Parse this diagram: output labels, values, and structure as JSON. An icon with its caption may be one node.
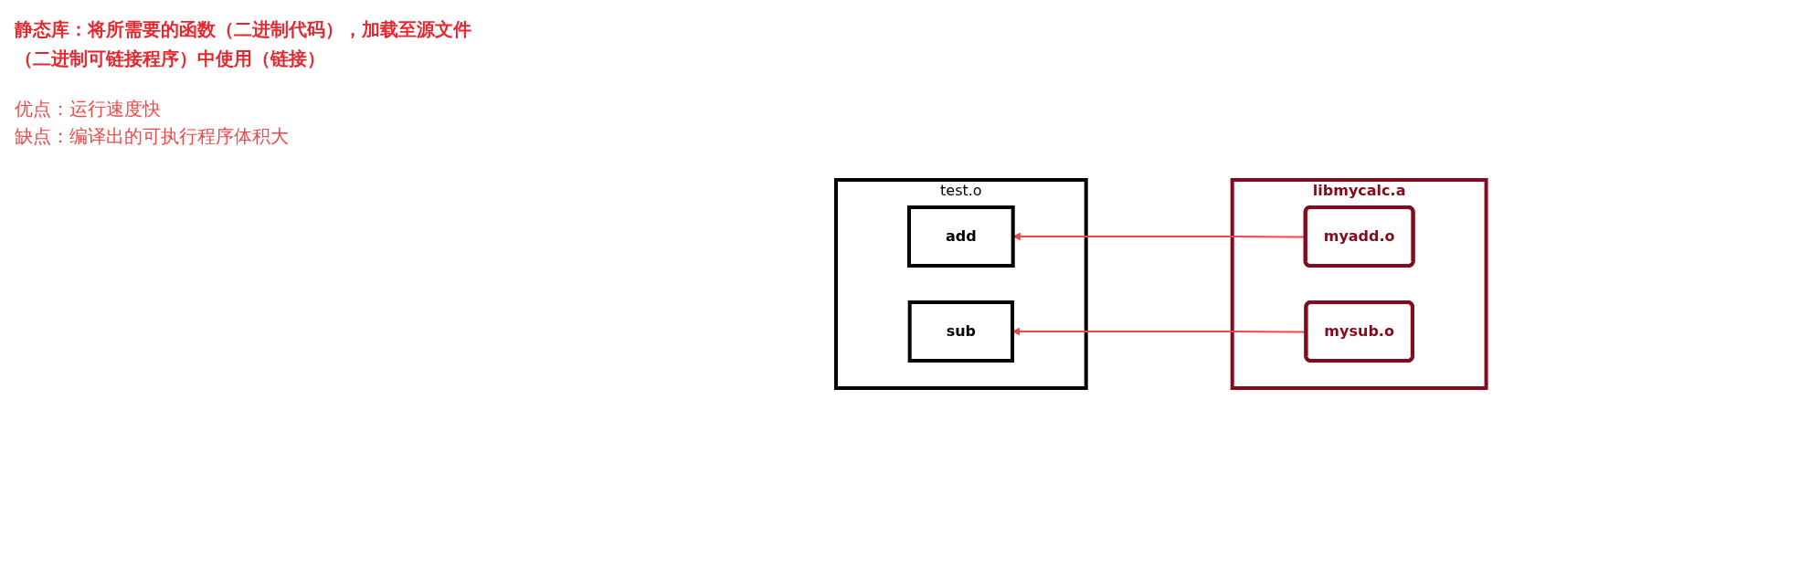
{
  "diagram": {
    "title": "静态库：将所需要的函数（二进制代码），加载至源文件（二进制可链接程序）中使用（链接）",
    "nodes": [
      {
        "text": [
          "test.o"
        ]
      },
      {
        "text": [
          "add"
        ],
        "in": 0
      },
      {
        "text": [
          "sub"
        ],
        "in": 0
      },
      {
        "text": [
          "libmycalc.a"
        ]
      },
      {
        "text": [
          "myadd.o"
        ],
        "in": 3
      },
      {
        "text": [
          "mysub.o"
        ],
        "in": 3
      }
    ],
    "edges": [
      {
        "from": 4,
        "to": 1,
        "arrow": "to"
      },
      {
        "from": 5,
        "to": 2,
        "arrow": "to"
      }
    ],
    "labels": [
      "优点：运行速度快",
      "缺点：编译出的可执行程序体积大"
    ]
  }
}
